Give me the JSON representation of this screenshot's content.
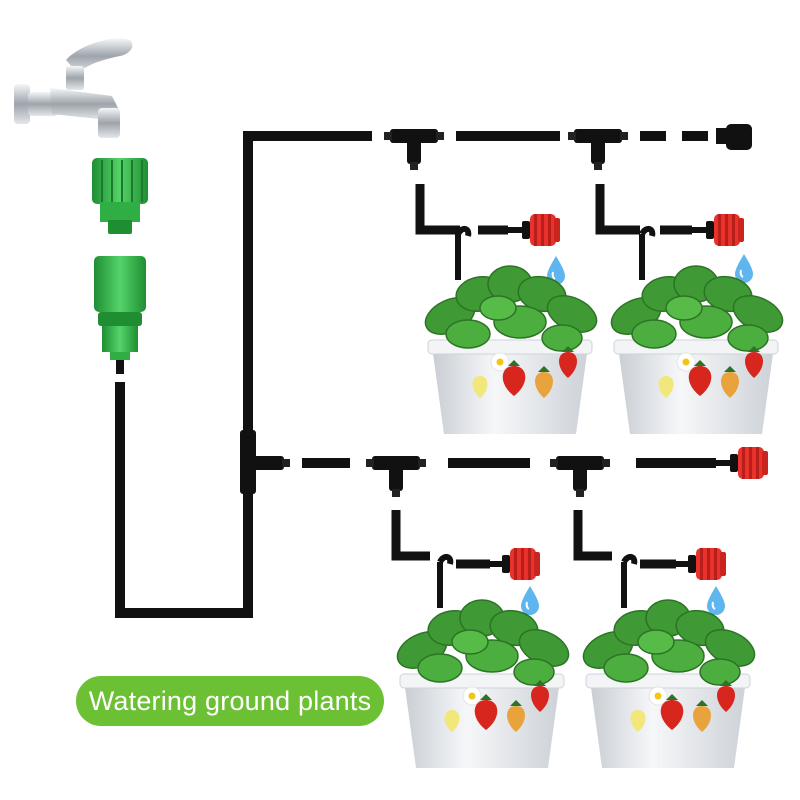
{
  "caption": {
    "text": "Watering ground plants",
    "background_color": "#6cc033"
  },
  "colors": {
    "tube": "#111111",
    "connector_green": "#3cbd4e",
    "connector_green_dark": "#1f8e32",
    "dripper_red": "#e8322b",
    "water_drop": "#5fb6ef",
    "faucet": "#c9cdd3",
    "pot": "#e8ebee",
    "leaf": "#3f9a35",
    "strawberry": "#d7261e"
  },
  "components": {
    "water_source": "faucet-icon",
    "adapters": [
      "quick-connector-icon",
      "hose-adapter-icon"
    ],
    "tee_connectors": 5,
    "end_plug": "end-plug-icon",
    "drippers": 5,
    "potted_plants": 4
  }
}
